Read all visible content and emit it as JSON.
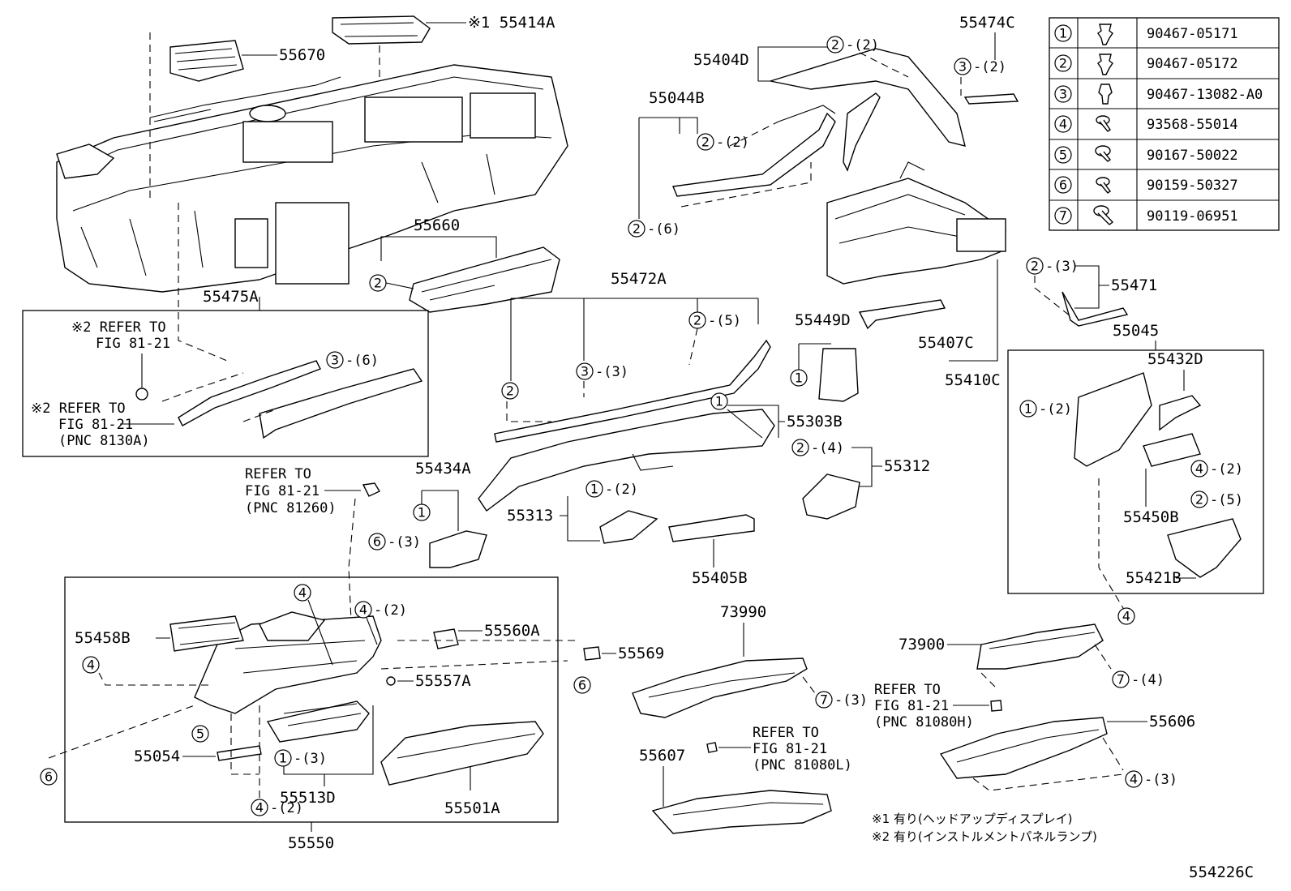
{
  "diagram_code": "554226C",
  "notes": [
    "※1 有り(ヘッドアップディスプレイ)",
    "※2 有り(インストルメントパネルランプ)"
  ],
  "fastener_table": [
    {
      "no": "1",
      "part": "90467-05171",
      "icon": "clip-icon"
    },
    {
      "no": "2",
      "part": "90467-05172",
      "icon": "clip-icon"
    },
    {
      "no": "3",
      "part": "90467-13082-A0",
      "icon": "clip-icon"
    },
    {
      "no": "4",
      "part": "93568-55014",
      "icon": "screw-icon"
    },
    {
      "no": "5",
      "part": "90167-50022",
      "icon": "screw-icon"
    },
    {
      "no": "6",
      "part": "90159-50327",
      "icon": "screw-icon"
    },
    {
      "no": "7",
      "part": "90119-06951",
      "icon": "bolt-icon"
    }
  ],
  "labels": {
    "p55414A": "※1 55414A",
    "p55670": "55670",
    "p55660": "55660",
    "p55475A": "55475A",
    "p55404D": "55404D",
    "p55044B": "55044B",
    "p55474C": "55474C",
    "p55472A": "55472A",
    "p55449D": "55449D",
    "p55407C": "55407C",
    "p55410C": "55410C",
    "p55471": "55471",
    "p55045": "55045",
    "p55432D": "55432D",
    "p55450B": "55450B",
    "p55421B": "55421B",
    "p55303B": "55303B",
    "p55312": "55312",
    "p55434A": "55434A",
    "p55313": "55313",
    "p55405B": "55405B",
    "p73990": "73990",
    "p73900": "73900",
    "p55606": "55606",
    "p55607": "55607",
    "p55458B": "55458B",
    "p55560A": "55560A",
    "p55569": "55569",
    "p55557A": "55557A",
    "p55054": "55054",
    "p55513D": "55513D",
    "p55501A": "55501A",
    "p55550": "55550"
  },
  "refs": {
    "r1a": "※2 REFER TO",
    "r1b": "FIG 81-21",
    "r2a": "※2 REFER TO",
    "r2b": "FIG 81-21",
    "r2c": "(PNC 8130A)",
    "r3a": "REFER TO",
    "r3b": "FIG 81-21",
    "r3c": "(PNC 81260)",
    "r4a": "REFER TO",
    "r4b": "FIG 81-21",
    "r4c": "(PNC 81080H)",
    "r5a": "REFER TO",
    "r5b": "FIG 81-21",
    "r5c": "(PNC 81080L)"
  },
  "qty": {
    "q2": "-(2)",
    "q3": "-(3)",
    "q4": "-(4)",
    "q5": "-(5)",
    "q6": "-(6)"
  },
  "circled": {
    "c1": "1",
    "c2": "2",
    "c3": "3",
    "c4": "4",
    "c5": "5",
    "c6": "6",
    "c7": "7"
  }
}
